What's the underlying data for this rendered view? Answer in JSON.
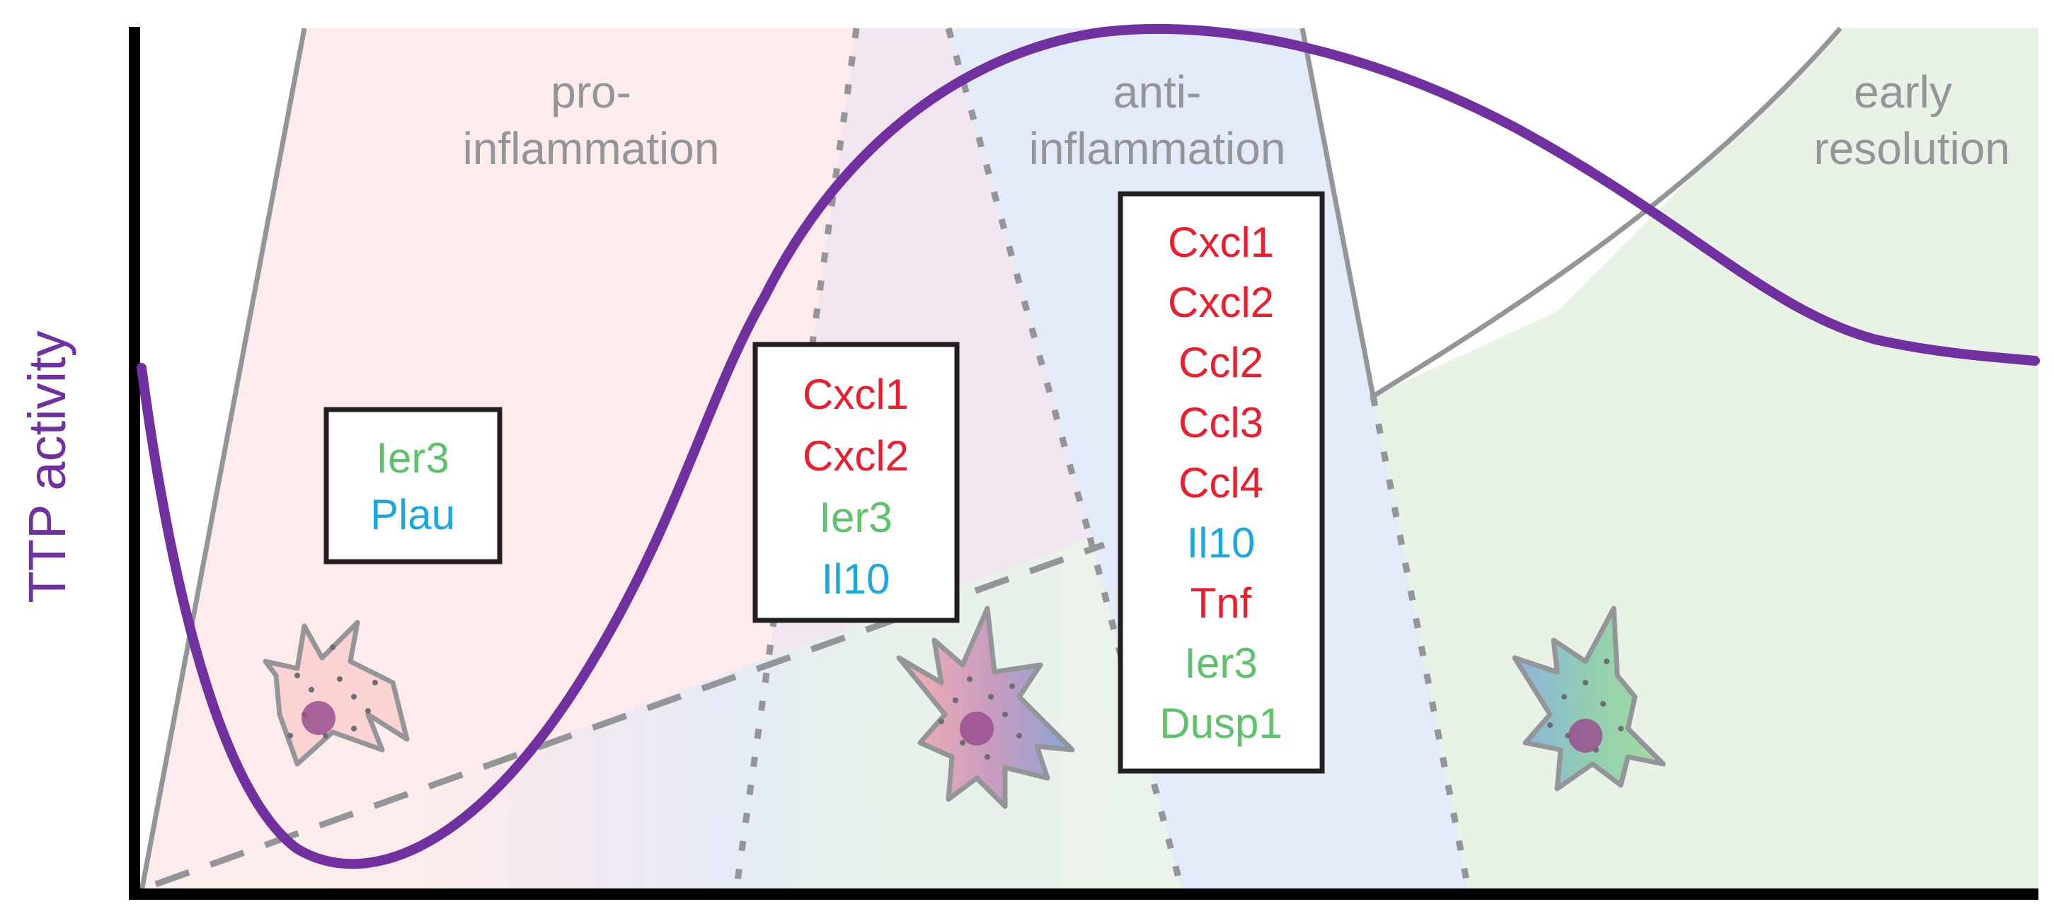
{
  "axes": {
    "ylabel": "TTP activity"
  },
  "phases": [
    {
      "line1": "pro-",
      "line2": "inflammation"
    },
    {
      "line1": "anti-",
      "line2": "inflammation"
    },
    {
      "line1": "early",
      "line2": "resolution"
    }
  ],
  "gene_boxes": [
    {
      "genes": [
        {
          "name": "Ier3",
          "color": "#5cc36a"
        },
        {
          "name": "Plau",
          "color": "#19a9df"
        }
      ]
    },
    {
      "genes": [
        {
          "name": "Cxcl1",
          "color": "#ee1c2c"
        },
        {
          "name": "Cxcl2",
          "color": "#ee1c2c"
        },
        {
          "name": "Ier3",
          "color": "#5cc36a"
        },
        {
          "name": "Il10",
          "color": "#19a9df"
        }
      ]
    },
    {
      "genes": [
        {
          "name": "Cxcl1",
          "color": "#ee1c2c"
        },
        {
          "name": "Cxcl2",
          "color": "#ee1c2c"
        },
        {
          "name": "Ccl2",
          "color": "#ee1c2c"
        },
        {
          "name": "Ccl3",
          "color": "#ee1c2c"
        },
        {
          "name": "Ccl4",
          "color": "#ee1c2c"
        },
        {
          "name": "Il10",
          "color": "#19a9df"
        },
        {
          "name": "Tnf",
          "color": "#ee1c2c"
        },
        {
          "name": "Ier3",
          "color": "#5cc36a"
        },
        {
          "name": "Dusp1",
          "color": "#5cc36a"
        }
      ]
    }
  ],
  "colors": {
    "ttp_curve": "#7030a0",
    "axis": "#000000",
    "boundary": "#939598",
    "phase_label": "#939598",
    "pro_region": "#fdeceb",
    "anti_region": "#e4ebf8",
    "resolution_region": "#e8f3e6",
    "cell_pro": "#f7b4b5",
    "cell_anti": "#7f9fd3",
    "cell_resolution": "#8fcf9a",
    "nucleus": "#9a4f8f"
  },
  "icons": [
    "macrophage-pro-icon",
    "macrophage-transition-icon",
    "macrophage-resolution-icon"
  ]
}
